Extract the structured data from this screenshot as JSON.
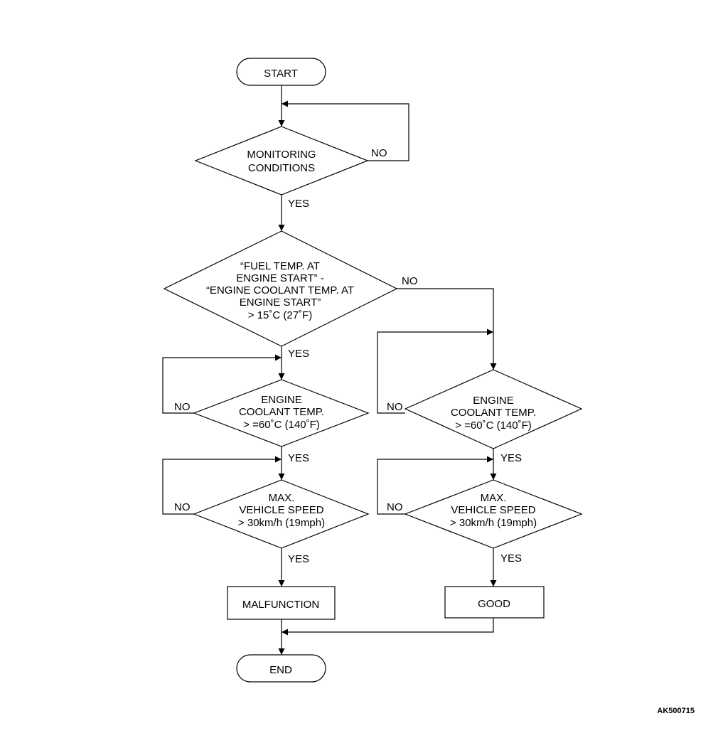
{
  "terminals": {
    "start": "START",
    "end": "END"
  },
  "decisions": {
    "monitoring": [
      "MONITORING",
      "CONDITIONS"
    ],
    "fuel_temp_diff": [
      "“FUEL TEMP. AT",
      "ENGINE START” -",
      "“ENGINE COOLANT TEMP. AT",
      "ENGINE START”",
      "> 15˚C (27˚F)"
    ],
    "coolant_left": [
      "ENGINE",
      "COOLANT TEMP.",
      "> =60˚C (140˚F)"
    ],
    "speed_left": [
      "MAX.",
      "VEHICLE SPEED",
      "> 30km/h (19mph)"
    ],
    "coolant_right": [
      "ENGINE",
      "COOLANT TEMP.",
      "> =60˚C (140˚F)"
    ],
    "speed_right": [
      "MAX.",
      "VEHICLE SPEED",
      "> 30km/h (19mph)"
    ]
  },
  "results": {
    "malfunction": "MALFUNCTION",
    "good": "GOOD"
  },
  "branch_labels": {
    "yes": "YES",
    "no": "NO"
  },
  "figure_code": "AK500715"
}
